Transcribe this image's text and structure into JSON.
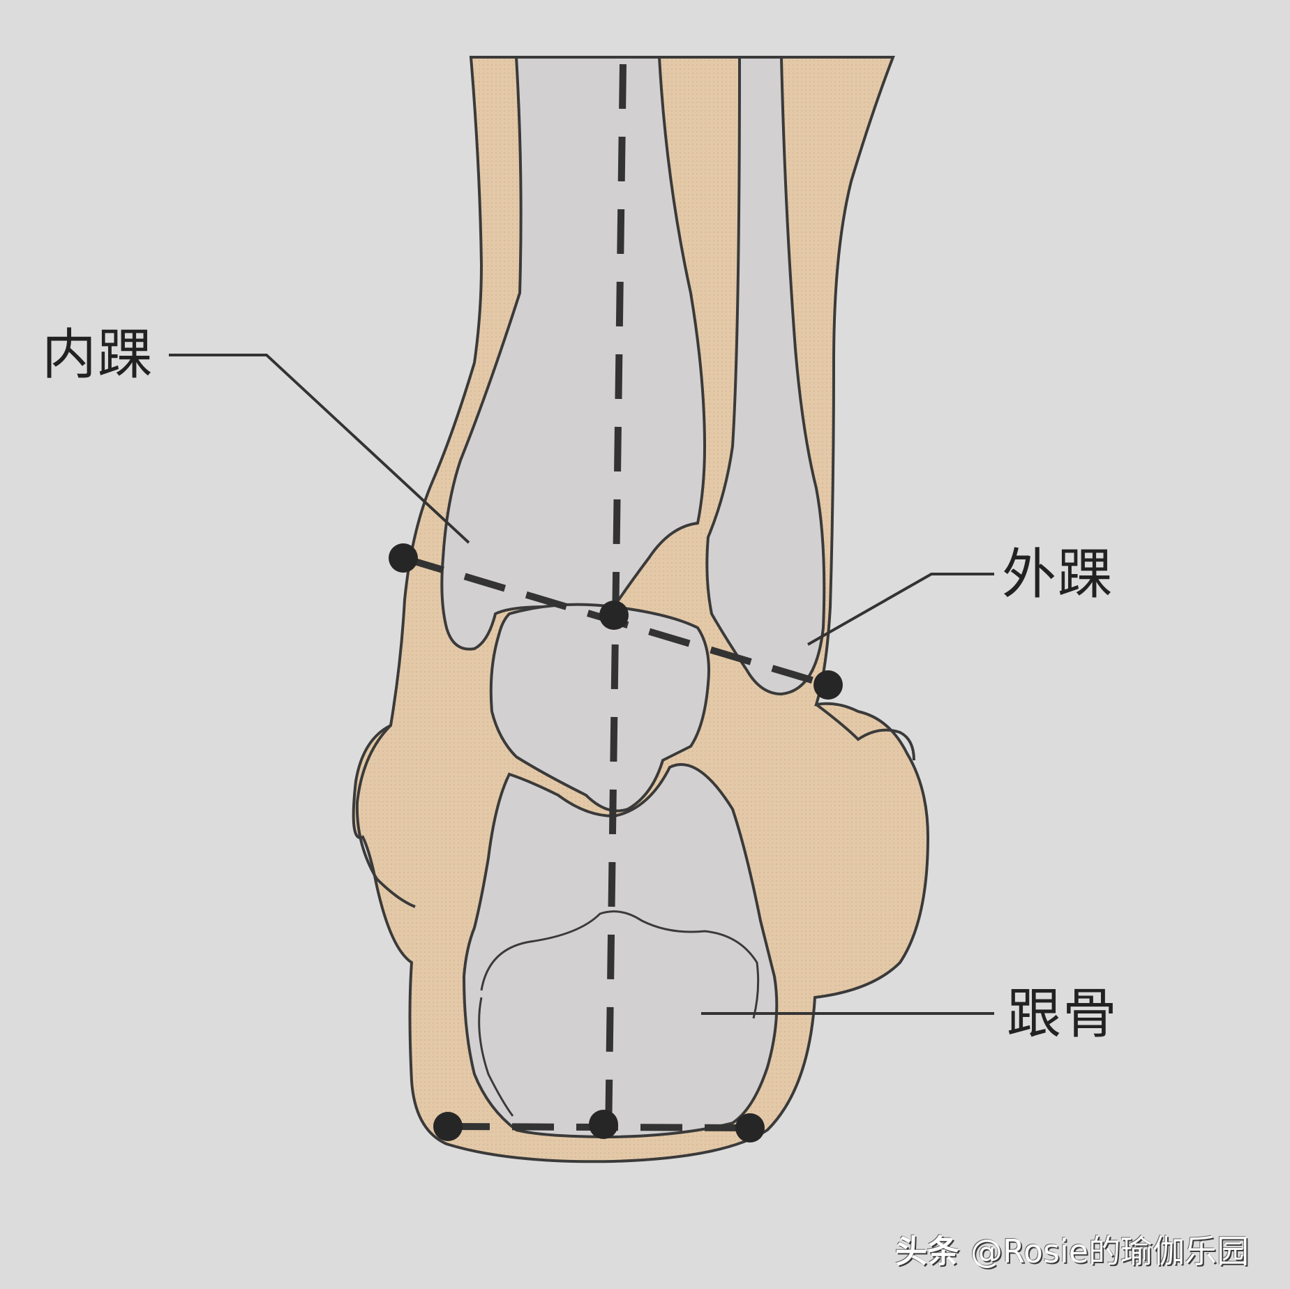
{
  "figure": {
    "subject": "Posterior view of the ankle and heel showing the malleoli and calcaneus alignment",
    "colors": {
      "background": "#dcdcdd",
      "bone": "#d3d0d2",
      "soft_tissue": "#e3c9a8",
      "outline": "#3a3a3a",
      "marker": "#262626"
    }
  },
  "labels": {
    "medial_malleolus": "内踝",
    "lateral_malleolus": "外踝",
    "calcaneus": "跟骨"
  },
  "markers": {
    "upper_line": [
      "medial malleolus point",
      "ankle joint center point",
      "lateral malleolus point"
    ],
    "lower_line": [
      "heel medial point",
      "heel center point",
      "heel lateral point"
    ],
    "vertical_axis": "dashed midline from lower leg through calcaneus"
  },
  "watermark": {
    "platform": "头条",
    "handle": "@Rosie的瑜伽乐园"
  }
}
